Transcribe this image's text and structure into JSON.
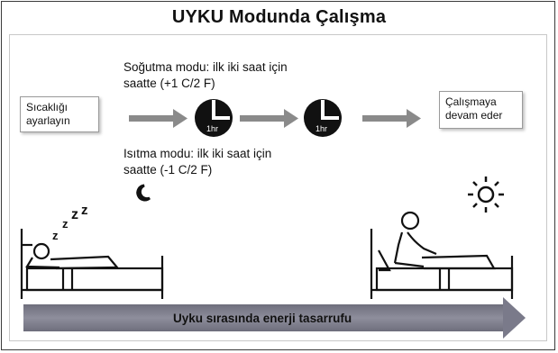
{
  "title": "UYKU Modunda Çalışma",
  "box_left": {
    "line1": "Sıcaklığı",
    "line2": "ayarlayın"
  },
  "box_right": {
    "line1": "Çalışmaya",
    "line2": "devam eder"
  },
  "cooling_note": {
    "line1": "Soğutma modu: ilk iki saat için",
    "line2": "saatte (+1 C/2 F)"
  },
  "heating_note": {
    "line1": "Isıtma modu: ilk iki saat için",
    "line2": "saatte (-1 C/2 F)"
  },
  "clock_label": "1hr",
  "sleep_symbol": "zzz",
  "bottom_label": "Uyku sırasında enerji tasarrufu",
  "colors": {
    "arrow": "#8a8a8a",
    "bar": "#7a7a8a",
    "clock": "#111111"
  },
  "icons": [
    "moon-icon",
    "sun-icon",
    "clock-icon",
    "sleeping-person-icon",
    "awake-person-icon"
  ]
}
